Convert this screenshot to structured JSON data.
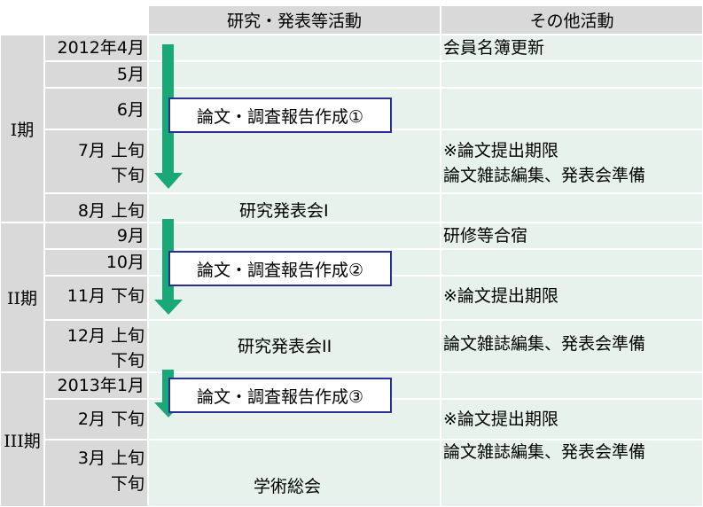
{
  "header": {
    "col1": "研究・発表等活動",
    "col2": "その他活動"
  },
  "periods": [
    "I期",
    "II期",
    "III期"
  ],
  "dates": {
    "d1": "2012年4月",
    "d2": "5月",
    "d3": "6月",
    "d4a": "7月 上旬",
    "d4b": "下旬",
    "d5": "8月 上旬",
    "d6": "9月",
    "d7": "10月",
    "d8": "11月 下旬",
    "d9a": "12月 上旬",
    "d9b": "下旬",
    "d10": "2013年1月",
    "d11": "2月 下旬",
    "d12a": "3月 上旬",
    "d12b": "下旬"
  },
  "research": {
    "box1": "論文・調査報告作成①",
    "box2": "論文・調査報告作成②",
    "box3": "論文・調査報告作成③",
    "event1": "研究発表会I",
    "event2": "研究発表会II",
    "event3": "学術総会"
  },
  "other": {
    "o1": "会員名簿更新",
    "o2": "※論文提出期限",
    "o3": "論文雑誌編集、発表会準備",
    "o4": "研修等合宿",
    "o5": "※論文提出期限",
    "o6": "論文雑誌編集、発表会準備",
    "o7": "※論文提出期限",
    "o8": "論文雑誌編集、発表会準備"
  },
  "colors": {
    "header_bg": "#d9d9d9",
    "cell_bg": "#e7f2ec",
    "arrow": "#1aa878",
    "box_border": "#2b2f8f"
  }
}
